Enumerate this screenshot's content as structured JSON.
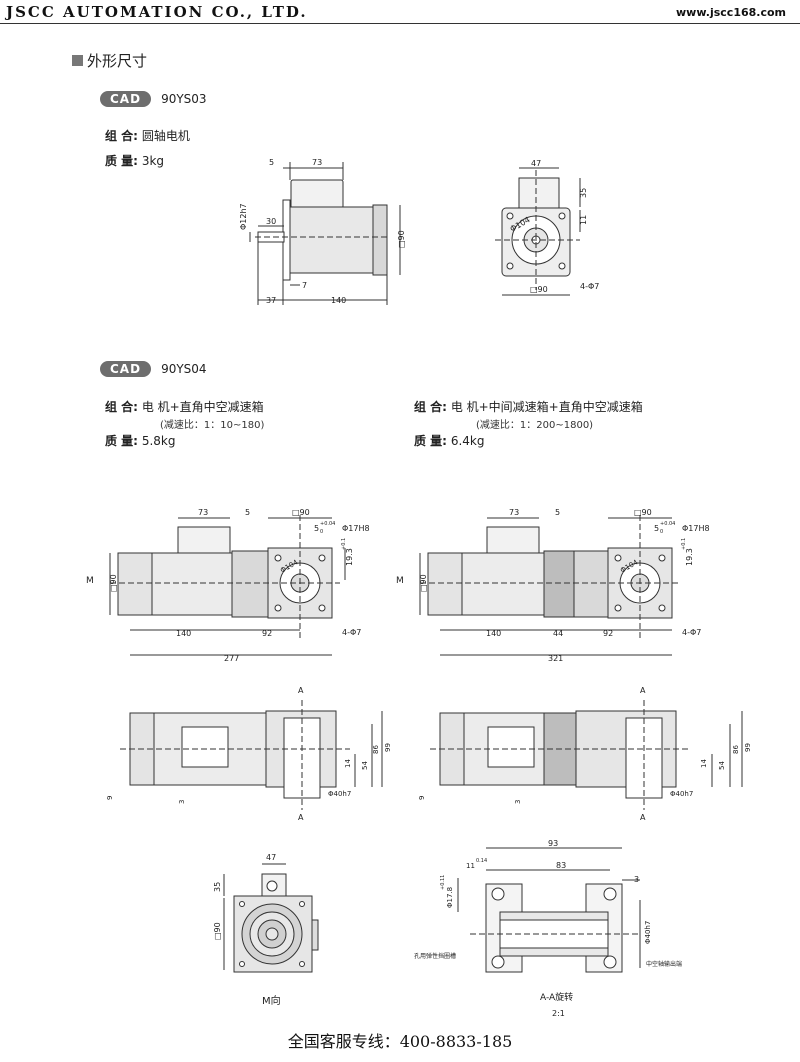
{
  "header": {
    "company": "JSCC AUTOMATION CO., LTD.",
    "website": "www.jscc168.com"
  },
  "section_title": "外形尺寸",
  "model1": {
    "tag": "CAD",
    "name": "90YS03",
    "combo_label": "组 合:",
    "combo_value": "圆轴电机",
    "weight_label": "质 量:",
    "weight_value": "3kg",
    "dims": {
      "d5": "5",
      "d73": "73",
      "d30": "30",
      "d12h7": "Φ12h7",
      "d90": "□90",
      "d7": "7",
      "d37": "37",
      "d140": "140",
      "d47": "47",
      "d35": "35",
      "d11": "11",
      "d104": "Φ104",
      "d4_7": "4-Φ7",
      "d90b": "□90"
    }
  },
  "model2": {
    "tag": "CAD",
    "name": "90YS04",
    "left": {
      "combo_label": "组 合:",
      "combo_value": "电 机+直角中空减速箱",
      "ratio": "(减速比：1：10~180)",
      "weight_label": "质 量:",
      "weight_value": "5.8kg"
    },
    "right": {
      "combo_label": "组 合:",
      "combo_value": "电 机+中间减速箱+直角中空减速箱",
      "ratio": "(减速比：1：200~1800)",
      "weight_label": "质 量:",
      "weight_value": "6.4kg"
    },
    "dims_left": {
      "d73": "73",
      "d5": "5",
      "d90": "□90",
      "d5tol": "5",
      "tol_up": "+0.04",
      "tol_dn": "0",
      "d17h8": "Φ17H8",
      "d19": "19.3",
      "tol19": "+0.1",
      "M": "M",
      "d90side": "□90",
      "d104": "Φ104",
      "d4_7": "4-Φ7",
      "d140": "140",
      "d92": "92",
      "d277": "277"
    },
    "dims_right": {
      "d73": "73",
      "d5": "5",
      "d90": "□90",
      "d5tol": "5",
      "tol_up": "+0.04",
      "tol_dn": "0",
      "d17h8": "Φ17H8",
      "d19": "19.3",
      "tol19": "+0.1",
      "M": "M",
      "d90side": "□90",
      "d104": "Φ104",
      "d4_7": "4-Φ7",
      "d140": "140",
      "d44": "44",
      "d92": "92",
      "d321": "321"
    },
    "side_left": {
      "A": "A",
      "d14": "14",
      "d54": "54",
      "d86": "86",
      "d99": "99",
      "d9": "9",
      "d3": "3",
      "d40h7": "Φ40h7"
    },
    "side_right": {
      "A": "A",
      "d14": "14",
      "d54": "54",
      "d86": "86",
      "d99": "99",
      "d9": "9",
      "d3": "3",
      "d40h7": "Φ40h7"
    },
    "mview": {
      "d47": "47",
      "d35": "35",
      "d90": "□90",
      "caption": "M向"
    },
    "section": {
      "d93": "93",
      "d83": "83",
      "d3": "3",
      "d11": "11",
      "tol11": "0.14",
      "d17": "Φ17.8",
      "tol17": "+0.11",
      "d40": "Φ40h7",
      "note_left": "孔用弹性挡圈槽",
      "note_right": "中空轴输出端",
      "caption": "A-A旋转",
      "scale": "2:1"
    }
  },
  "footer": {
    "hotline": "全国客服专线：400-8833-185"
  }
}
